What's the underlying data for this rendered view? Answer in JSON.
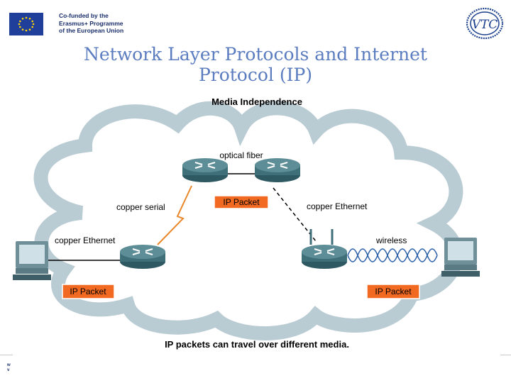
{
  "header": {
    "eu_text": "Co-funded by the\nErasmus+ Programme\nof the European Union",
    "vtc_logo_text": "VTC",
    "title_line1": "Network Layer Protocols and Internet",
    "title_line2": "Protocol (IP)"
  },
  "diagram": {
    "heading": "Media Independence",
    "labels": {
      "optical_fiber": "optical fiber",
      "copper_serial": "copper serial",
      "copper_ethernet_top": "copper Ethernet",
      "copper_ethernet_left": "copper Ethernet",
      "wireless": "wireless"
    },
    "packets": [
      "IP Packet",
      "IP Packet",
      "IP Packet"
    ],
    "caption": "IP packets can travel over different media."
  },
  "footer": {
    "corner_text": "w\nv"
  },
  "colors": {
    "title": "#5b7dc0",
    "cloud_outer": "#b9cbd3",
    "cloud_inner": "#ffffff",
    "router": "#3f6f78",
    "packet_fill": "#f26a21",
    "serial_line": "#e8882a",
    "wireless_wave": "#2a5fa8"
  }
}
